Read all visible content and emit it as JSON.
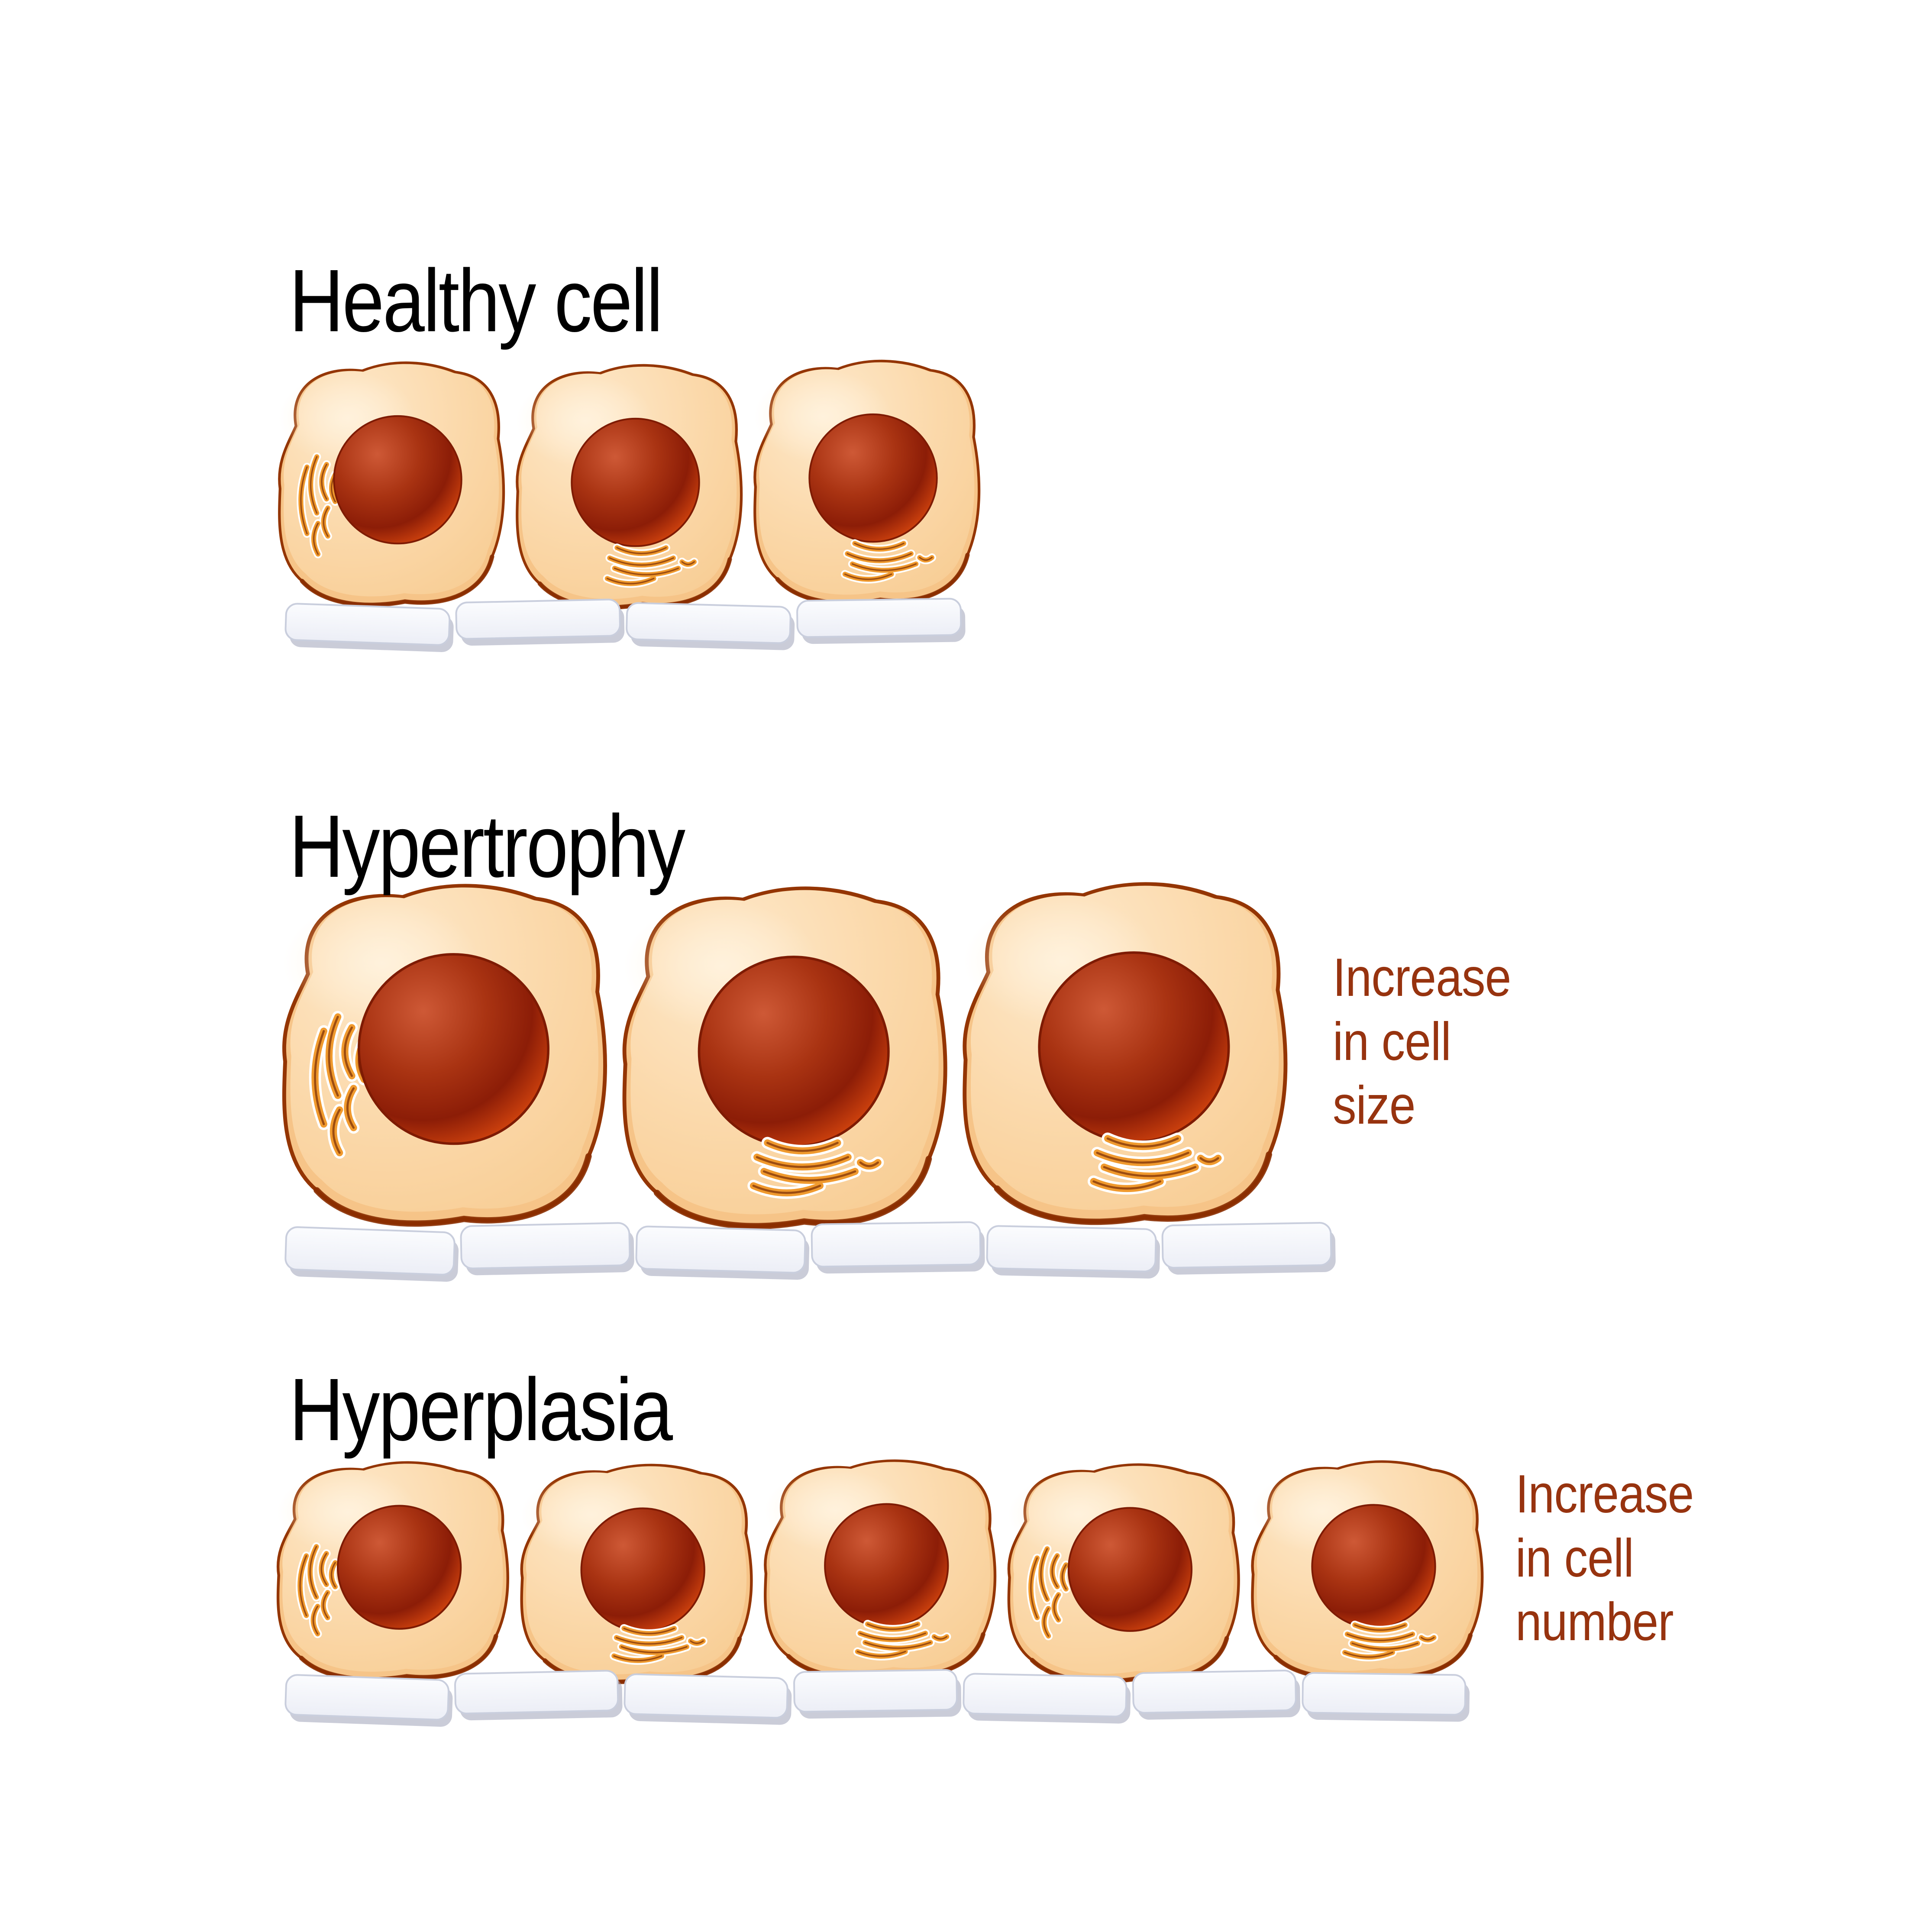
{
  "rows": [
    {
      "title": "Healthy cell",
      "annotation": "",
      "cell_count": 3,
      "golgi_positions": [
        "left",
        "bottom",
        "bottom"
      ],
      "membrane_segments": 4
    },
    {
      "title": "Hypertrophy",
      "annotation": "Increase\nin cell\nsize",
      "cell_count": 3,
      "golgi_positions": [
        "left",
        "bottom",
        "bottom"
      ],
      "membrane_segments": 6
    },
    {
      "title": "Hyperplasia",
      "annotation": "Increase\nin cell\nnumber",
      "cell_count": 5,
      "golgi_positions": [
        "left",
        "bottom",
        "bottom",
        "left",
        "bottom"
      ],
      "membrane_segments": 7
    }
  ],
  "colors": {
    "background": "#FFFFFF",
    "title_text": "#000000",
    "annotation_text": "#97330F",
    "cell_fill_light": "#FEE9CB",
    "cell_fill": "#FBD9AB",
    "cell_fill_edge": "#F8CE96",
    "cell_fill_deep": "#F6C488",
    "cell_stroke": "#943503",
    "cell_bottom_shadow": "#8A2D00",
    "nucleus_highlight": "#CE5936",
    "nucleus_mid": "#A93312",
    "nucleus_dark": "#8C1D07",
    "nucleus_rim": "#DD4A0F",
    "nucleus_stroke": "#7E1B03",
    "golgi_orange": "#F09A2E",
    "golgi_brown": "#8C3E0C",
    "golgi_outline": "#FFFFFF",
    "membrane_fill_top": "#FBFCFE",
    "membrane_fill_bottom": "#ECEEF6",
    "membrane_stroke": "#C9CEDD",
    "membrane_shadow": "#9FA3B8",
    "highlight": "#FFF2DD"
  }
}
